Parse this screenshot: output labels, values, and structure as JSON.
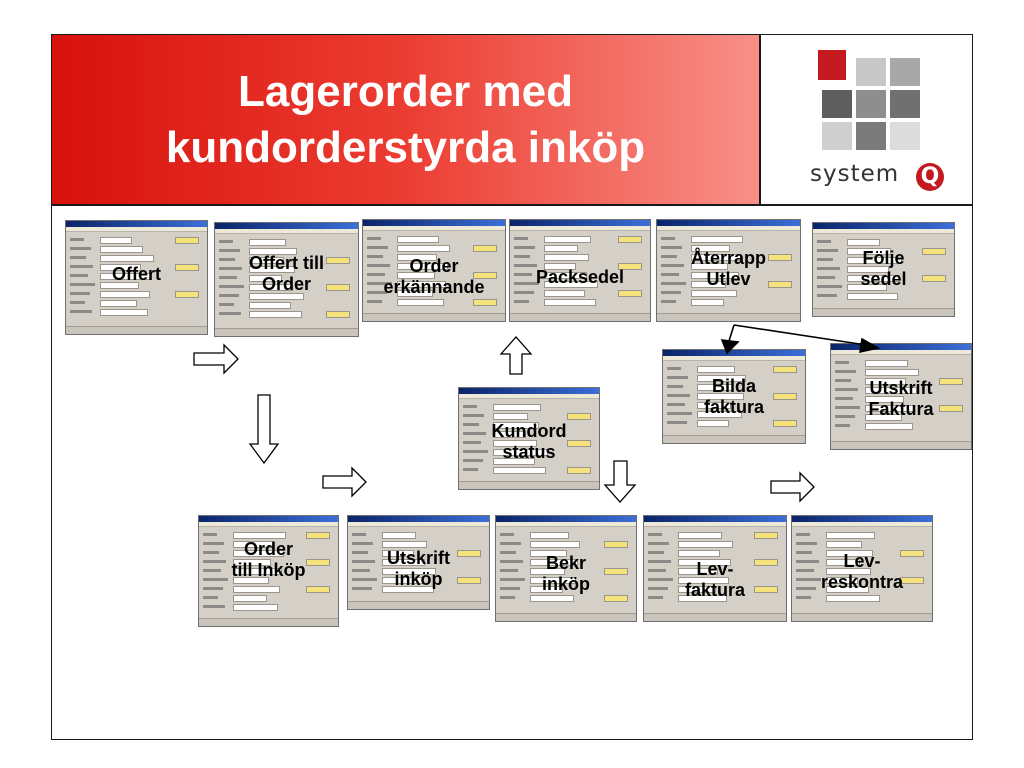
{
  "title": {
    "line1": "Lagerorder med",
    "line2": "kundorderstyrda inköp"
  },
  "logo": {
    "text": "system",
    "q": "Q",
    "accent_color": "#c31a1f"
  },
  "colors": {
    "title_band_start": "#d8110c",
    "title_band_end": "#f89088",
    "window_face": "#d4d0c8",
    "window_titlebar": "#0a246a",
    "label_box": "#ececec"
  },
  "windows": [
    {
      "id": "offert",
      "lines": [
        "Offert"
      ]
    },
    {
      "id": "offert-till-order",
      "lines": [
        "Offert till",
        "Order"
      ]
    },
    {
      "id": "order-erkannande",
      "lines": [
        "Order",
        "erkännande"
      ]
    },
    {
      "id": "packsedel",
      "lines": [
        "Packsedel"
      ]
    },
    {
      "id": "aterrapp-utlev",
      "lines": [
        "Återrapp",
        "Utlev"
      ]
    },
    {
      "id": "folje-sedel",
      "lines": [
        "Följe",
        "sedel"
      ]
    },
    {
      "id": "bilda-faktura",
      "lines": [
        "Bilda",
        "faktura"
      ]
    },
    {
      "id": "utskrift-faktura",
      "lines": [
        "Utskrift",
        "Faktura"
      ]
    },
    {
      "id": "kundord-status",
      "lines": [
        "Kundord",
        "status"
      ]
    },
    {
      "id": "order-till-inkop",
      "lines": [
        "Order",
        "till Inköp"
      ]
    },
    {
      "id": "utskrift-inkop",
      "lines": [
        "Utskrift",
        "inköp"
      ]
    },
    {
      "id": "bekr-inkop",
      "lines": [
        "Bekr",
        "inköp"
      ]
    },
    {
      "id": "lev-faktura",
      "lines": [
        "Lev-",
        "faktura"
      ]
    },
    {
      "id": "lev-reskontra",
      "lines": [
        "Lev-",
        "reskontra"
      ]
    }
  ]
}
